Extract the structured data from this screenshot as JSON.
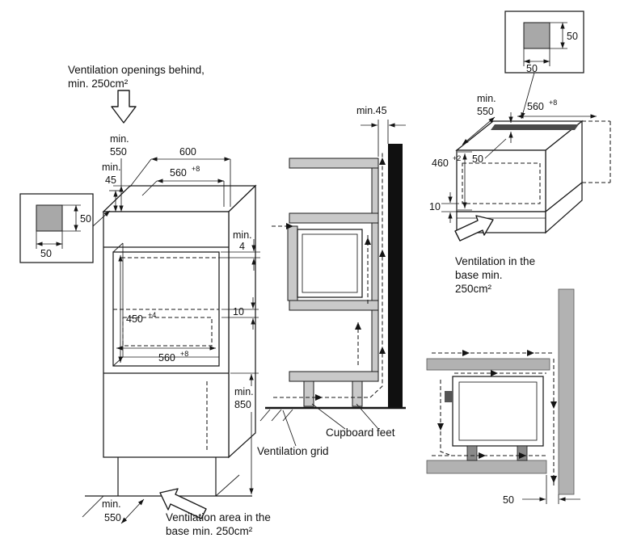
{
  "left": {
    "top_label": "Ventilation openings behind, min. 250cm²",
    "bottom_label": "Ventilation area in the base min. 250cm²",
    "dim_depth_top": {
      "l1": "min.",
      "l2": "550"
    },
    "dim_gap_top": {
      "l1": "min.",
      "l2": "45"
    },
    "dim_width": "600",
    "dim_inner_width_top": {
      "v": "560",
      "s": "+8"
    },
    "dim_back_gap": {
      "l1": "min.",
      "l2": "4"
    },
    "dim_niche_height": {
      "v": "450",
      "s": "+4"
    },
    "dim_inner_width": {
      "v": "560",
      "s": "+8"
    },
    "dim_shelf_gap": "10",
    "dim_floor_height": {
      "l1": "min.",
      "l2": "850"
    },
    "dim_depth_bottom": {
      "l1": "min.",
      "l2": "550"
    },
    "detail": {
      "dim_v": "50",
      "dim_h": "50"
    }
  },
  "middle": {
    "dim_wall_gap": "min.45",
    "label_cupboard_feet": "Cupboard feet",
    "label_ventilation_grid": "Ventilation grid"
  },
  "right_top": {
    "detail": {
      "dim_v": "50",
      "dim_h": "50"
    },
    "dim_depth": {
      "l1": "min.",
      "l2": "550"
    },
    "dim_width": {
      "v": "560",
      "s": "+8"
    },
    "dim_height": {
      "v": "460",
      "s": "+2"
    },
    "dim_slot": "50",
    "dim_bottom_gap": "10",
    "label": "Ventilation in the base min. 250cm²"
  },
  "right_bottom": {
    "dim_wall_gap": "50"
  }
}
